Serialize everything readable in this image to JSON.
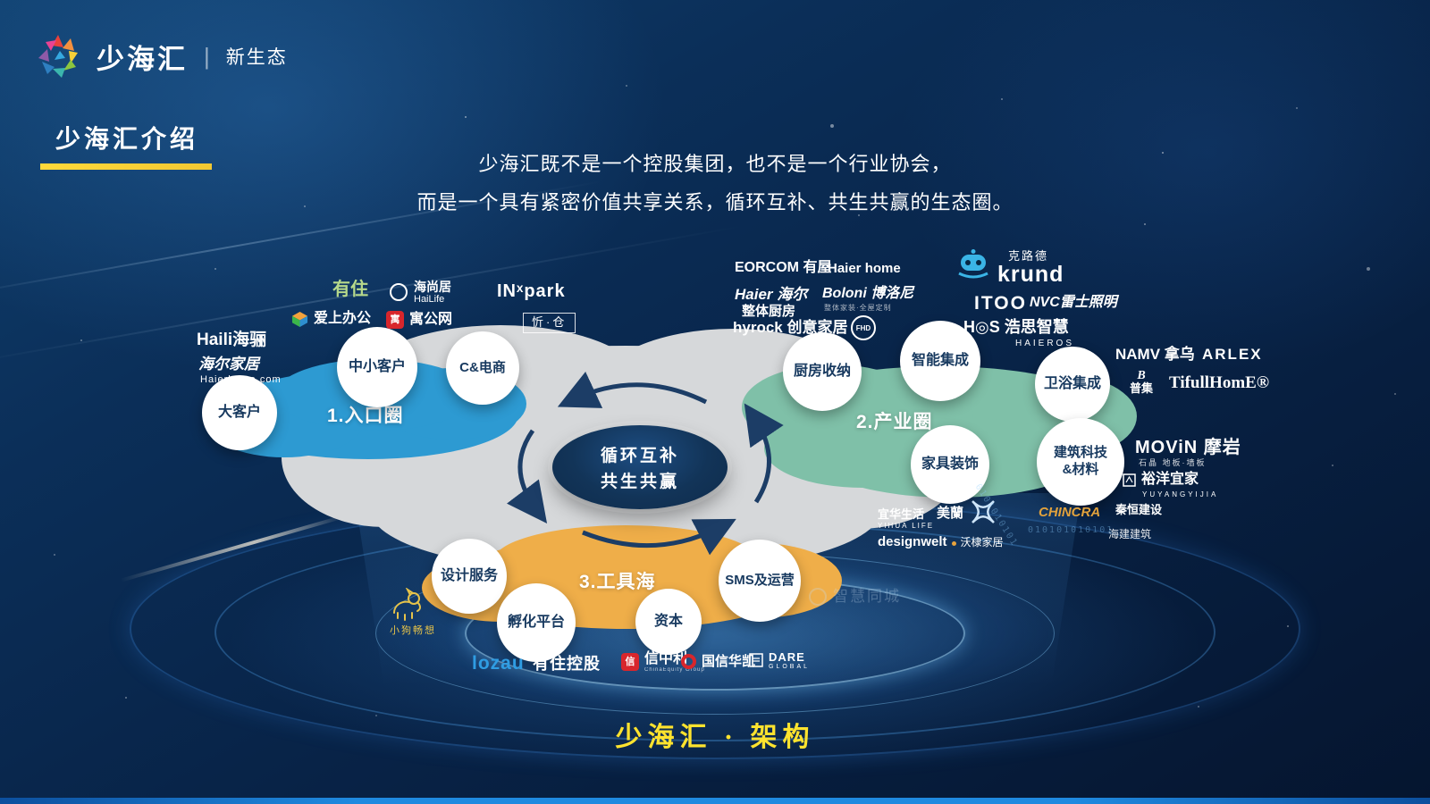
{
  "header": {
    "brand": "少海汇",
    "divider": "|",
    "tagline": "新生态"
  },
  "title": "少海汇介绍",
  "intro": {
    "line1": "少海汇既不是一个控股集团，也不是一个行业协会，",
    "line2": "而是一个具有紧密价值共享关系，循环互补、共生共赢的生态圈。"
  },
  "diagram": {
    "center": {
      "line1": "循环互补",
      "line2": "共生共赢"
    },
    "entry_circle": {
      "label": "1.入口圈",
      "color": "#2d9ad2",
      "bubbles": [
        "大客户",
        "中小客户",
        "C&电商"
      ]
    },
    "industry_circle": {
      "label": "2.产业圈",
      "color": "#7fc0a8",
      "bubbles": [
        "厨房收纳",
        "智能集成",
        "卫浴集成",
        "家具装饰"
      ],
      "bubble_building": {
        "line1": "建筑科技",
        "line2": "&材料"
      }
    },
    "tool_circle": {
      "label": "3.工具海",
      "color": "#efae49",
      "bubbles": [
        "设计服务",
        "孵化平台",
        "资本",
        "SMS及运营"
      ]
    }
  },
  "logos": {
    "youzhu": "有住",
    "haishangju_cn": "海尚居",
    "haishangju_en": "HaiLife",
    "inpark": "INˣpark",
    "aishangbangong": "爱上办公",
    "yugongwang_seal": "寓",
    "yugongwang": "寓公网",
    "xincang": "忻·仓",
    "haili": "Haili海骊",
    "haierjiaju": "海尔家居",
    "haierjiaju_en": "Haierhome.com",
    "eorcom": "EORCOM 有屋",
    "haierhome": "Haier home",
    "haier_script": "Haier 海尔",
    "haier_kitchen": "整体厨房",
    "boloni": "Boloni 博洛尼",
    "boloni_sub": "整体家装·全屋定制",
    "hyrock": "hyrock 创意家居",
    "fhd": "FHD",
    "krund": "krund",
    "krund_cn": "克路德",
    "itoo": "ITOO",
    "nvc": "NVC雷士照明",
    "hos": "H◎S 浩思智慧",
    "hos_sub": "HAIEROS",
    "namv": "NAMV 拿乌",
    "arlex": "ARLEX",
    "puji_mark": "B",
    "puji": "普集",
    "tifullhome": "TifullHomE®",
    "movin": "MOViN 摩岩",
    "movin_sub": "石晶 地板·墙板",
    "yuyang": "裕洋宜家",
    "yuyang_sub": "YUYANGYIJIA",
    "chincra": "CHINCRA",
    "qinheng": "秦恒建设",
    "haijian": "海建建筑",
    "yihua": "宜华生活",
    "yihua_sub": "YIHUA LIFE",
    "meilan": "美蘭",
    "designwelt": "designwelt",
    "wodi": "沃棣家居",
    "xiaogou": "小狗畅想",
    "lozau": "lozau",
    "youzhu_holding": "有住控股",
    "xinzhongli_seal": "信",
    "xinzhongli": "信中利",
    "xinzhongli_sub": "ChinaEquity Group",
    "guoxinhuakai": "国信华凯",
    "dare": "DARE",
    "dare_sub": "GLOBAL"
  },
  "decor": {
    "binary_a": "0101010101",
    "binary_b": "010101010101",
    "watermark": "智慧同城"
  },
  "footer": {
    "caption": "少海汇 · 架构"
  }
}
